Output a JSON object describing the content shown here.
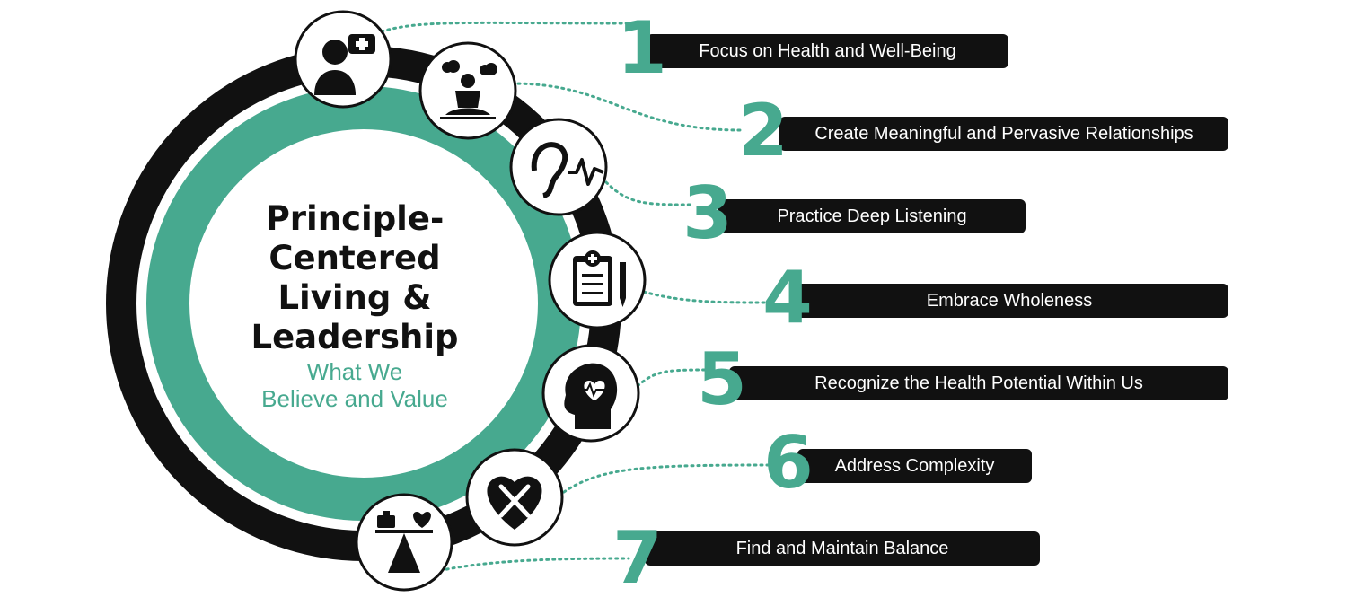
{
  "title_lines": [
    "Principle-",
    "Centered",
    "Living &",
    "Leadership"
  ],
  "subtitle_lines": [
    "What We",
    "Believe and Value"
  ],
  "colors": {
    "accent": "#47a98f",
    "dark": "#111111",
    "background": "#ffffff"
  },
  "items": [
    {
      "number": "1",
      "label": "Focus on Health and Well-Being",
      "icon": "doctor-plus-icon"
    },
    {
      "number": "2",
      "label": "Create Meaningful and Pervasive Relationships",
      "icon": "meditation-icon"
    },
    {
      "number": "3",
      "label": "Practice Deep Listening",
      "icon": "ear-soundwave-icon"
    },
    {
      "number": "4",
      "label": "Embrace Wholeness",
      "icon": "medical-clipboard-icon"
    },
    {
      "number": "5",
      "label": "Recognize the Health Potential Within Us",
      "icon": "head-heart-icon"
    },
    {
      "number": "6",
      "label": "Address Complexity",
      "icon": "heart-tools-icon"
    },
    {
      "number": "7",
      "label": "Find and Maintain Balance",
      "icon": "balance-scale-icon"
    }
  ]
}
